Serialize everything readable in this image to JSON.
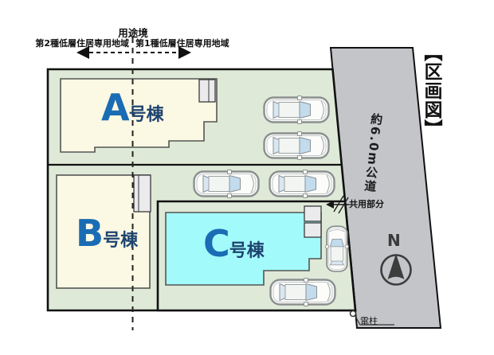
{
  "map": {
    "title": "【区画図】",
    "boundary": {
      "label": "用途境",
      "zone_left": "第2種低層住居専用地域",
      "zone_right": "第1種低層住居専用地域"
    },
    "road": {
      "label": "約6.0m公道"
    },
    "buildings": {
      "a": {
        "letter": "A",
        "suffix": "号棟"
      },
      "b": {
        "letter": "B",
        "suffix": "号棟"
      },
      "c": {
        "letter": "C",
        "suffix": "号棟"
      }
    },
    "annotations": {
      "shared_area": "共用部分",
      "utility_pole": "電柱",
      "compass_north": "N"
    },
    "colors": {
      "site_green": "#dfe9d7",
      "building_cream": "#fbf8e3",
      "building_cyan": "#a2fafa",
      "road_gray": "#c4c5c9",
      "letter_blue": "#1a6cb4",
      "suffix_navy": "#1f4470"
    }
  }
}
